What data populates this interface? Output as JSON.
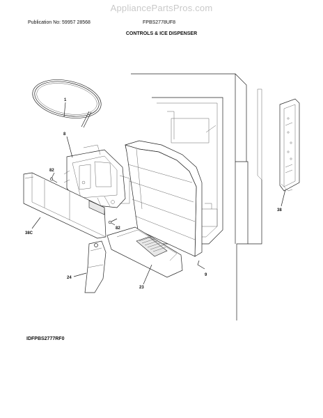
{
  "watermark": "AppliancePartsPros.com",
  "header": {
    "publication": "Publication No: 59957 28568",
    "model": "FPBS2778UF8",
    "section_title": "CONTROLS & ICE DISPENSER"
  },
  "diagram_id": "IDFPBS2777RF0",
  "callouts": {
    "p1": "1",
    "p8": "8",
    "p82a": "82",
    "p38c": "38C",
    "p82b": "82",
    "p24": "24",
    "p23": "23",
    "p9": "9",
    "p38": "38"
  }
}
